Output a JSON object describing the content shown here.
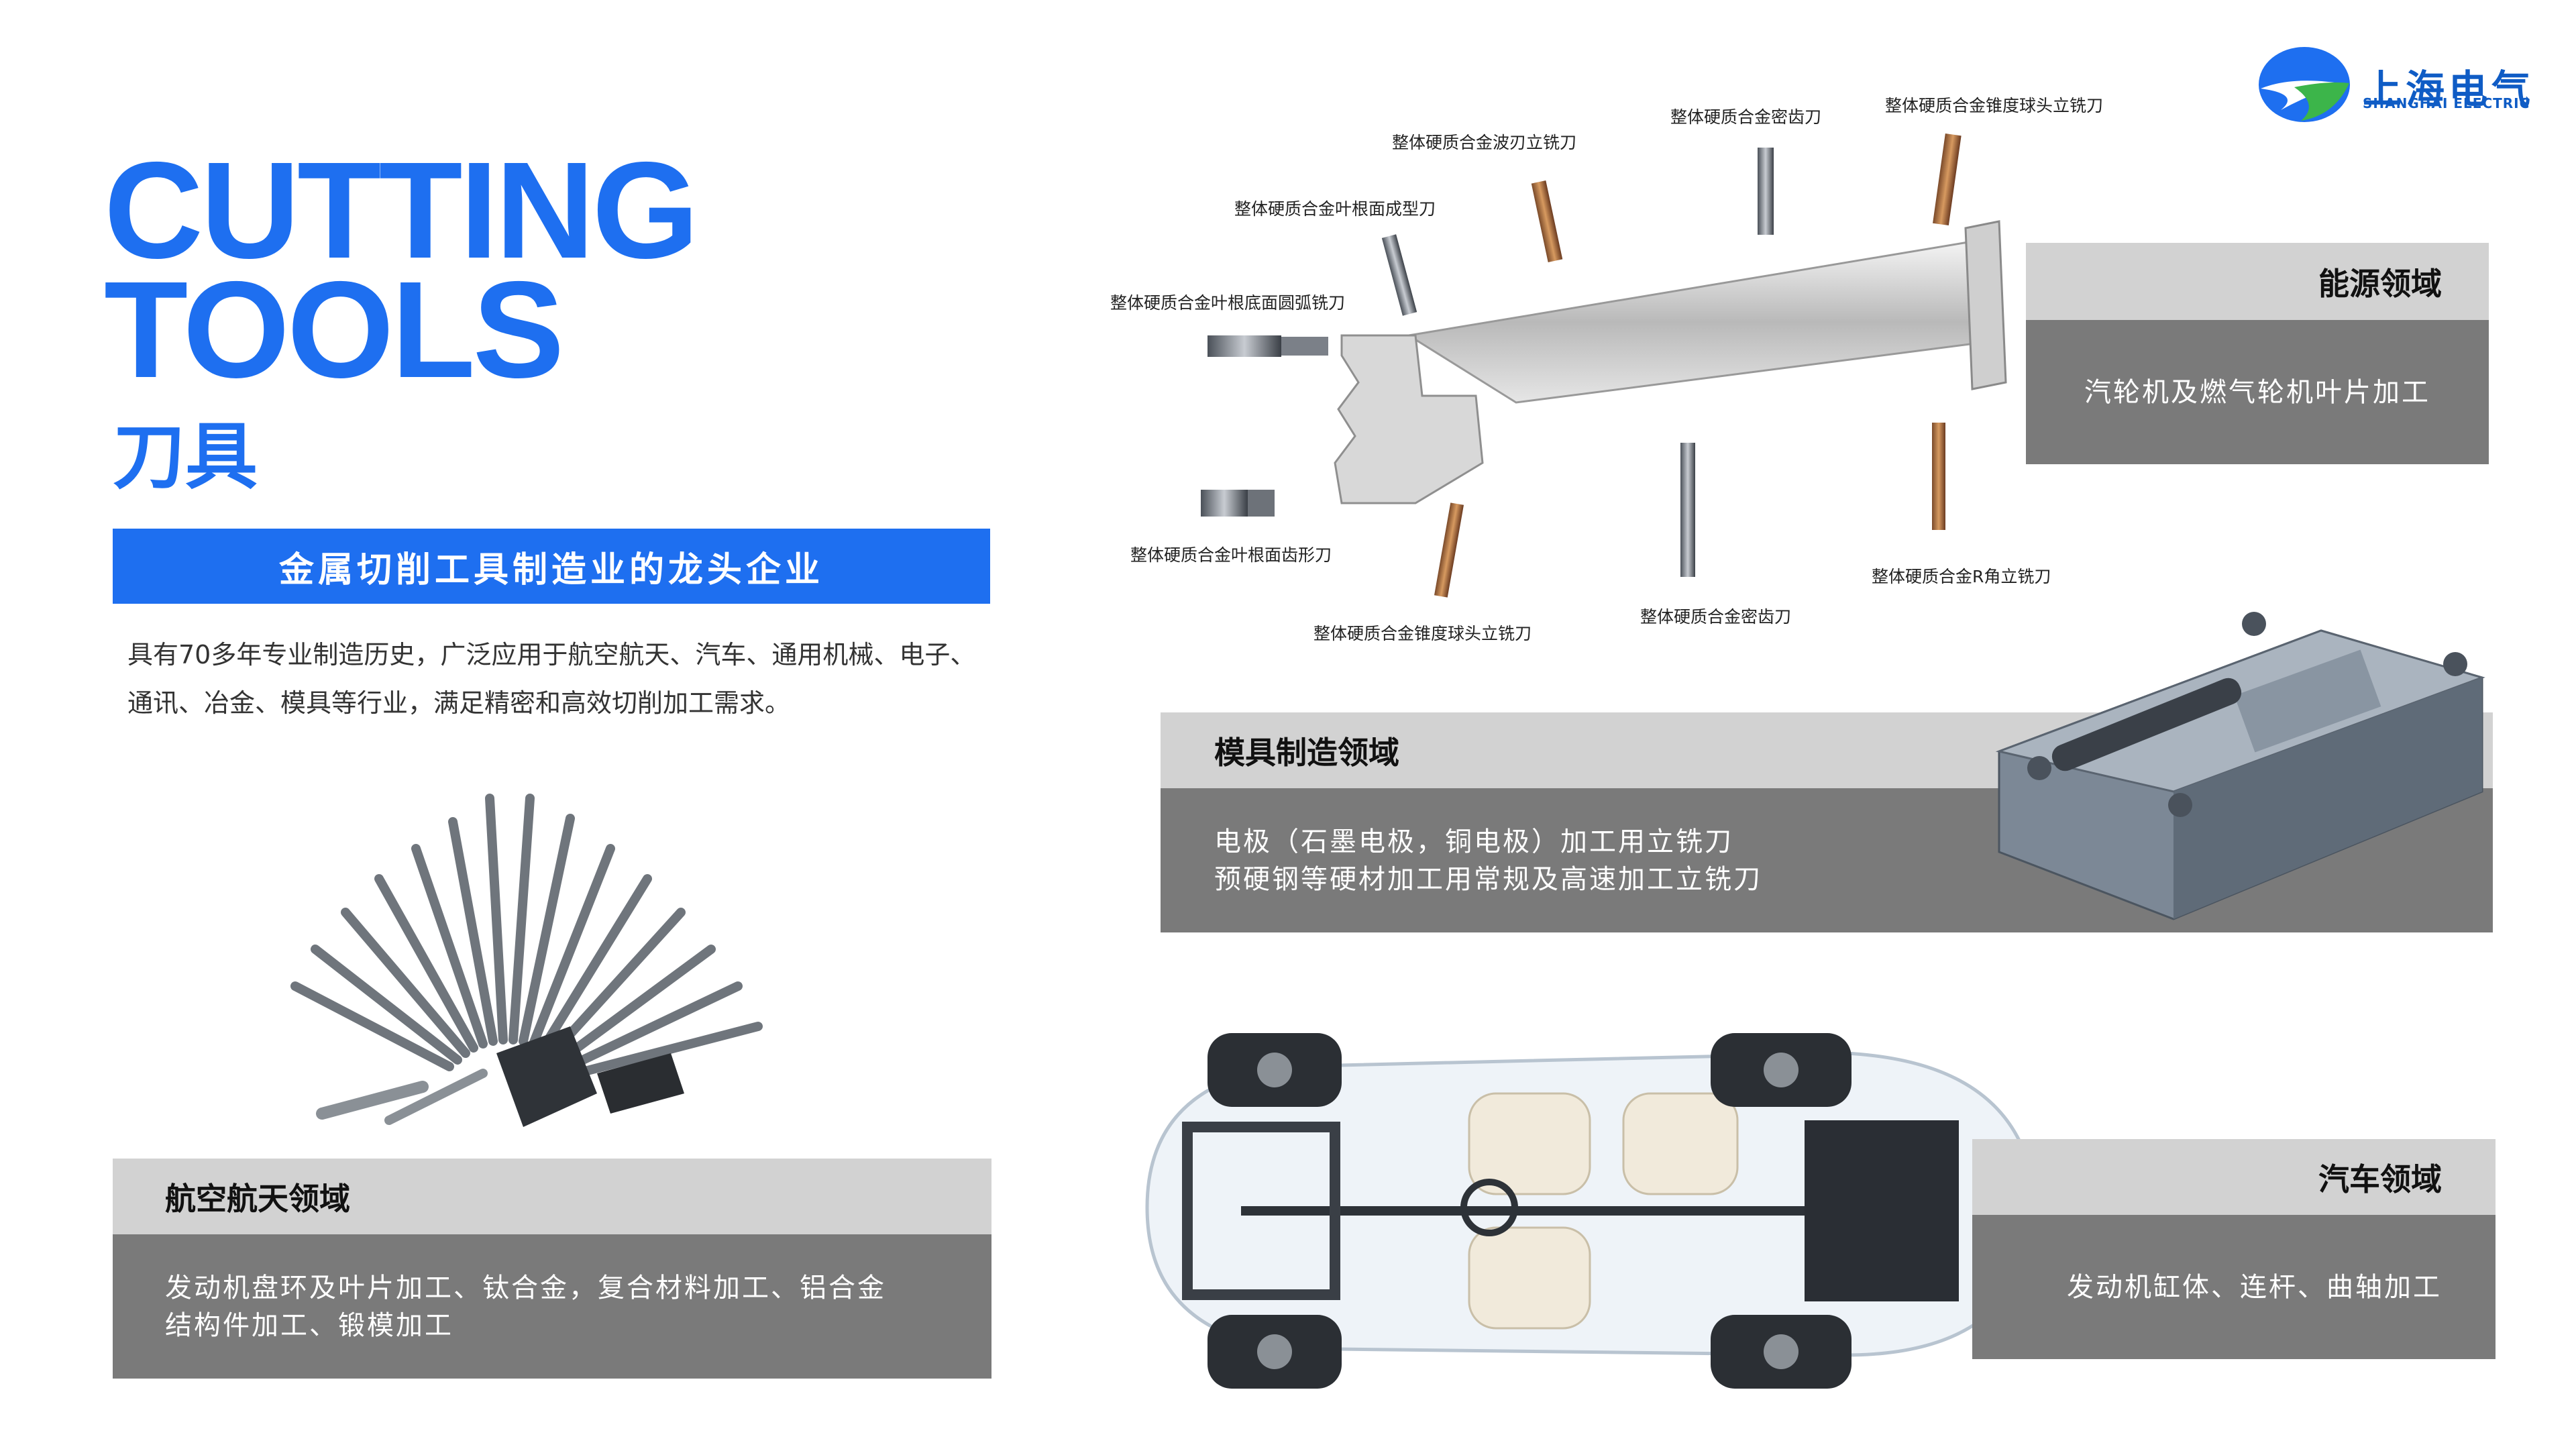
{
  "logo": {
    "name_cn": "上海电气",
    "name_en": "SHANGHAI ELECTRIC",
    "colors": {
      "blue": "#1e6ff0",
      "green": "#3cb54a"
    }
  },
  "title": {
    "line1": "CUTTING",
    "line2": "TOOLS",
    "cn": "刀具"
  },
  "slogan": "金属切削工具制造业的龙头企业",
  "intro": "具有70多年专业制造历史，广泛应用于航空航天、汽车、通用机械、电子、通讯、冶金、模具等行业，满足精密和高效切削加工需求。",
  "tools": {
    "t1": "整体硬质合金锥度球头立铣刀",
    "t2": "整体硬质合金密齿刀",
    "t3": "整体硬质合金波刃立铣刀",
    "t4": "整体硬质合金叶根面成型刀",
    "t5": "整体硬质合金叶根底面圆弧铣刀",
    "t6": "整体硬质合金叶根面齿形刀",
    "t7": "整体硬质合金锥度球头立铣刀",
    "t8": "整体硬质合金密齿刀",
    "t9": "整体硬质合金R角立铣刀"
  },
  "domains": {
    "energy": {
      "title": "能源领域",
      "lines": [
        "汽轮机及燃气轮机叶片加工"
      ]
    },
    "mold": {
      "title": "模具制造领域",
      "lines": [
        "电极（石墨电极，铜电极）加工用立铣刀",
        "预硬钢等硬材加工用常规及高速加工立铣刀"
      ]
    },
    "aero": {
      "title": "航空航天领域",
      "lines": [
        "发动机盘环及叶片加工、钛合金，复合材料加工、铝合金",
        "结构件加工、锻模加工"
      ]
    },
    "auto": {
      "title": "汽车领域",
      "lines": [
        "发动机缸体、连杆、曲轴加工"
      ]
    }
  }
}
